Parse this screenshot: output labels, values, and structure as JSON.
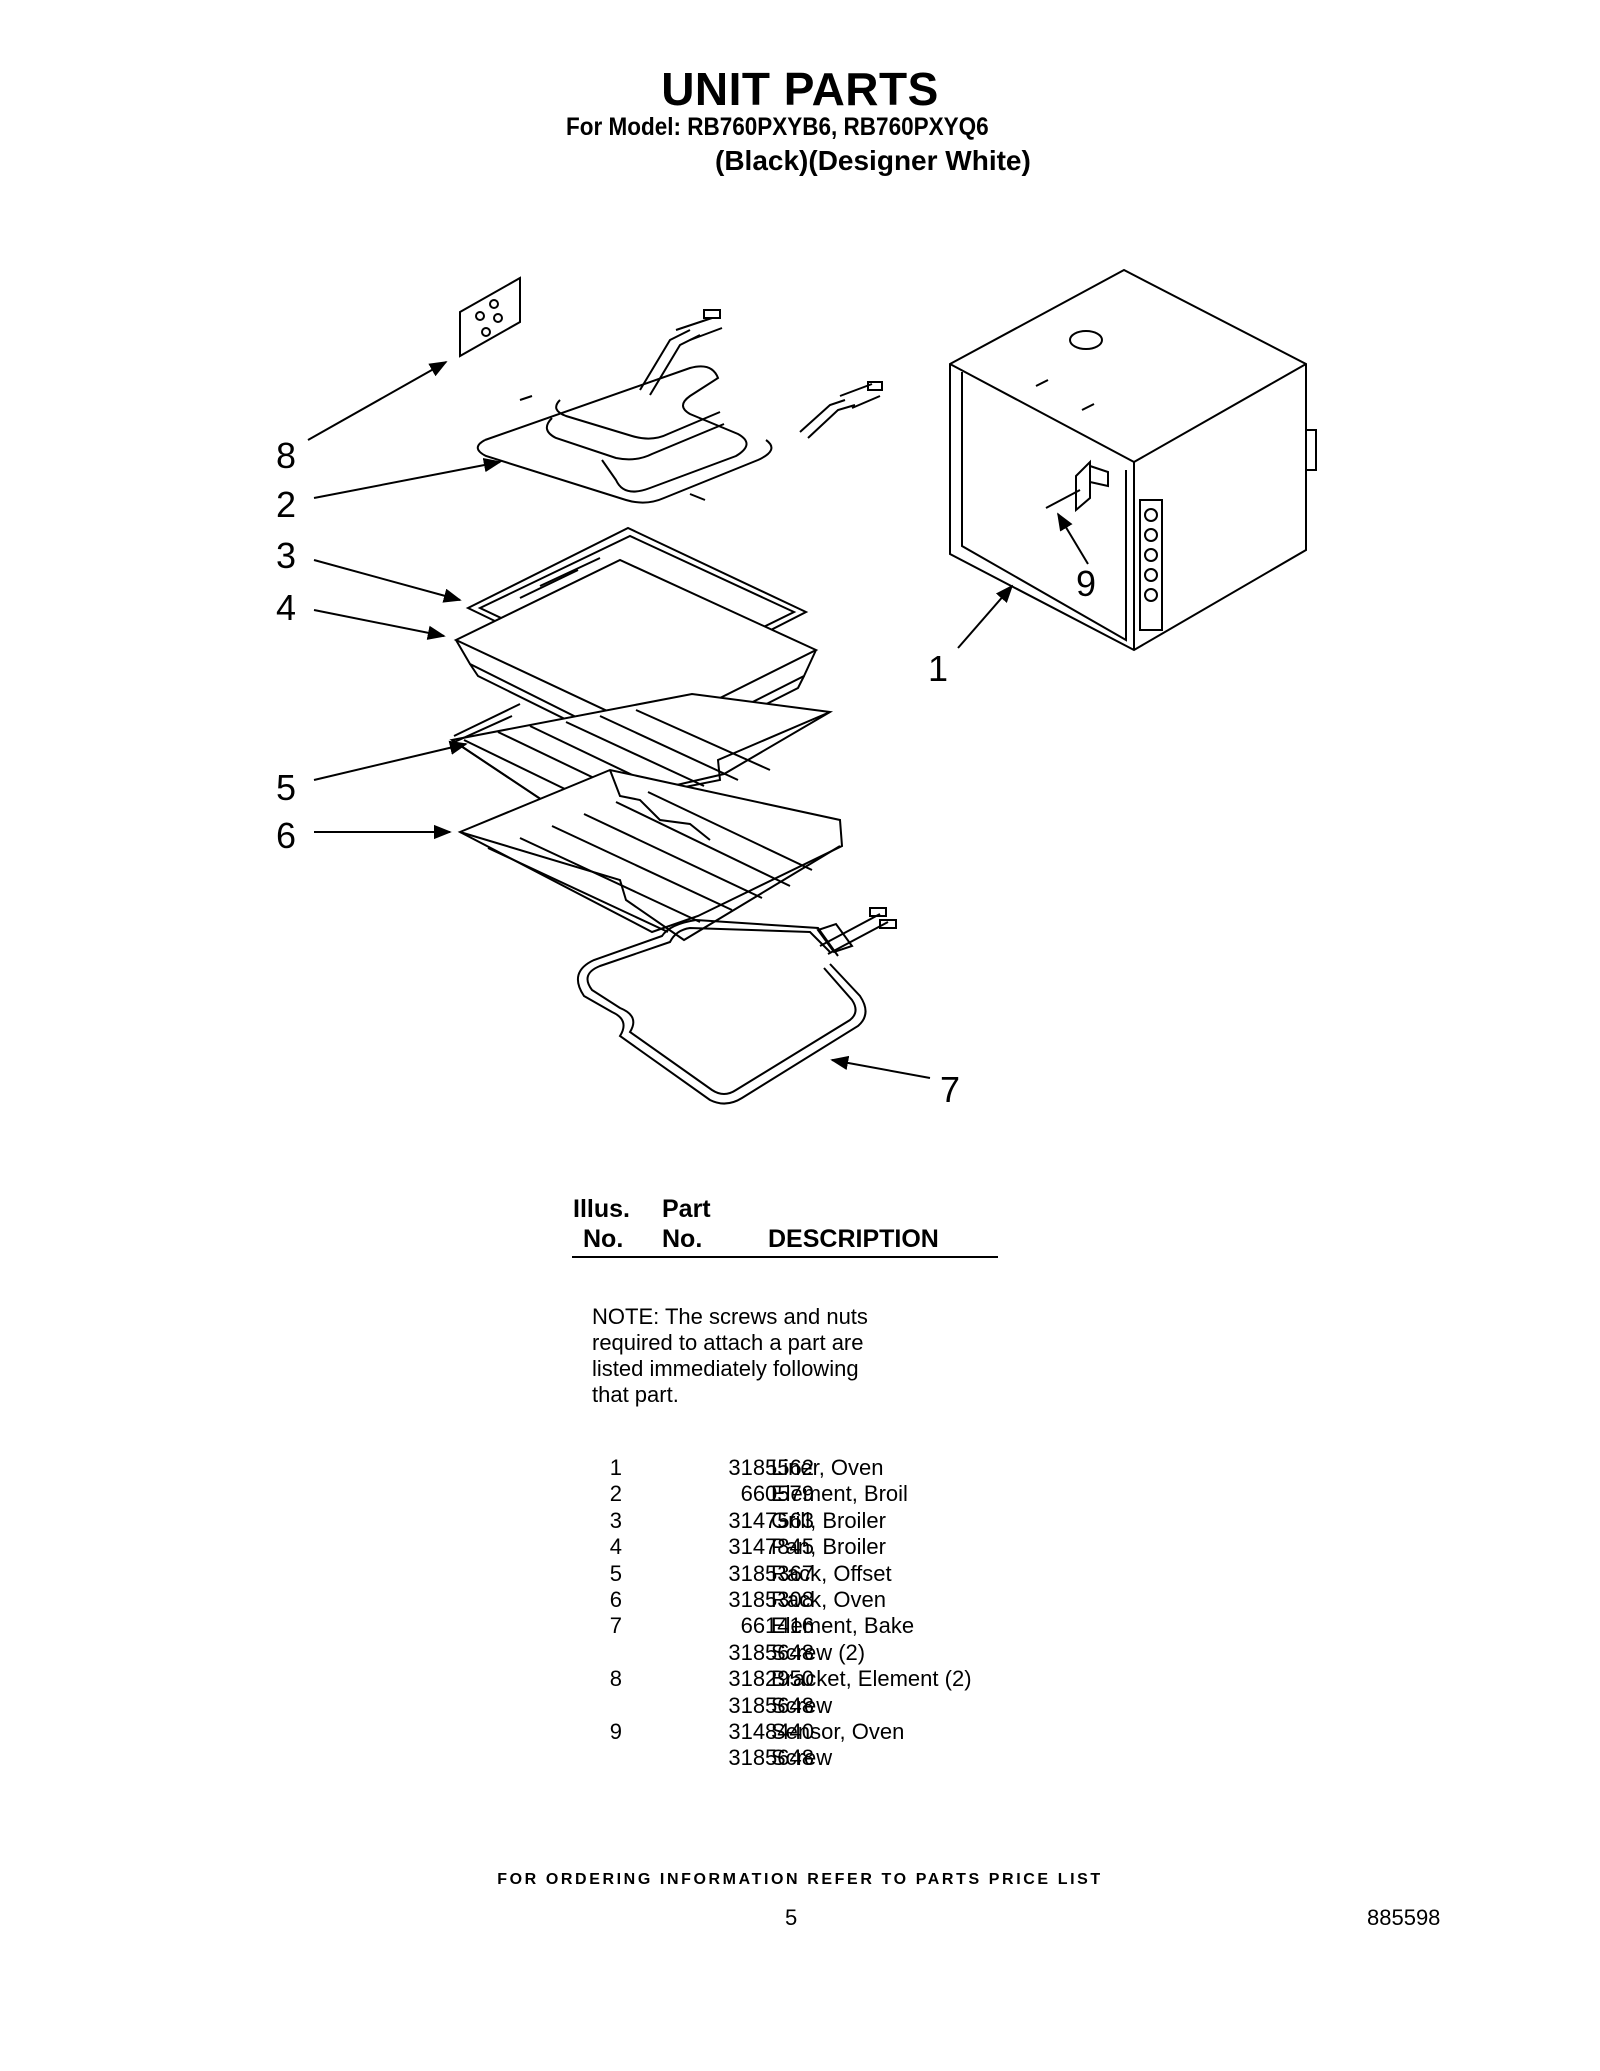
{
  "header": {
    "title": "UNIT PARTS",
    "model_line": "For Model: RB760PXYB6, RB760PXYQ6",
    "color_line": "(Black)(Designer White)"
  },
  "diagram": {
    "callouts": [
      "8",
      "2",
      "3",
      "4",
      "5",
      "6",
      "7",
      "1",
      "9"
    ]
  },
  "table": {
    "headers": {
      "illus_top": "Illus.",
      "illus_bottom": "No.",
      "part_top": "Part",
      "part_bottom": "No.",
      "description": "DESCRIPTION"
    },
    "note": "NOTE: The screws and nuts\nrequired to attach a part are\nlisted immediately following\n that part.",
    "rows": [
      {
        "illus": "1",
        "part": "3185562",
        "desc": "Liner, Oven"
      },
      {
        "illus": "2",
        "part": "660579",
        "desc": "Element, Broil"
      },
      {
        "illus": "3",
        "part": "3147563",
        "desc": "Grill, Broiler"
      },
      {
        "illus": "4",
        "part": "3147845",
        "desc": "Pan, Broiler"
      },
      {
        "illus": "5",
        "part": "3185367",
        "desc": "Rack, Offset"
      },
      {
        "illus": "6",
        "part": "3185308",
        "desc": "Rack, Oven"
      },
      {
        "illus": "7",
        "part": "661416",
        "desc": "Element, Bake"
      },
      {
        "illus": "",
        "part": "3185648",
        "desc": "Screw (2)"
      },
      {
        "illus": "8",
        "part": "3182950",
        "desc": "Bracket, Element (2)"
      },
      {
        "illus": "",
        "part": "3185648",
        "desc": "Screw"
      },
      {
        "illus": "9",
        "part": "3148440",
        "desc": "Sensor, Oven"
      },
      {
        "illus": "",
        "part": "3185648",
        "desc": "Screw"
      }
    ]
  },
  "footer": {
    "ordering_info": "FOR ORDERING INFORMATION REFER TO PARTS PRICE LIST",
    "page_number": "5",
    "doc_number": "885598"
  }
}
